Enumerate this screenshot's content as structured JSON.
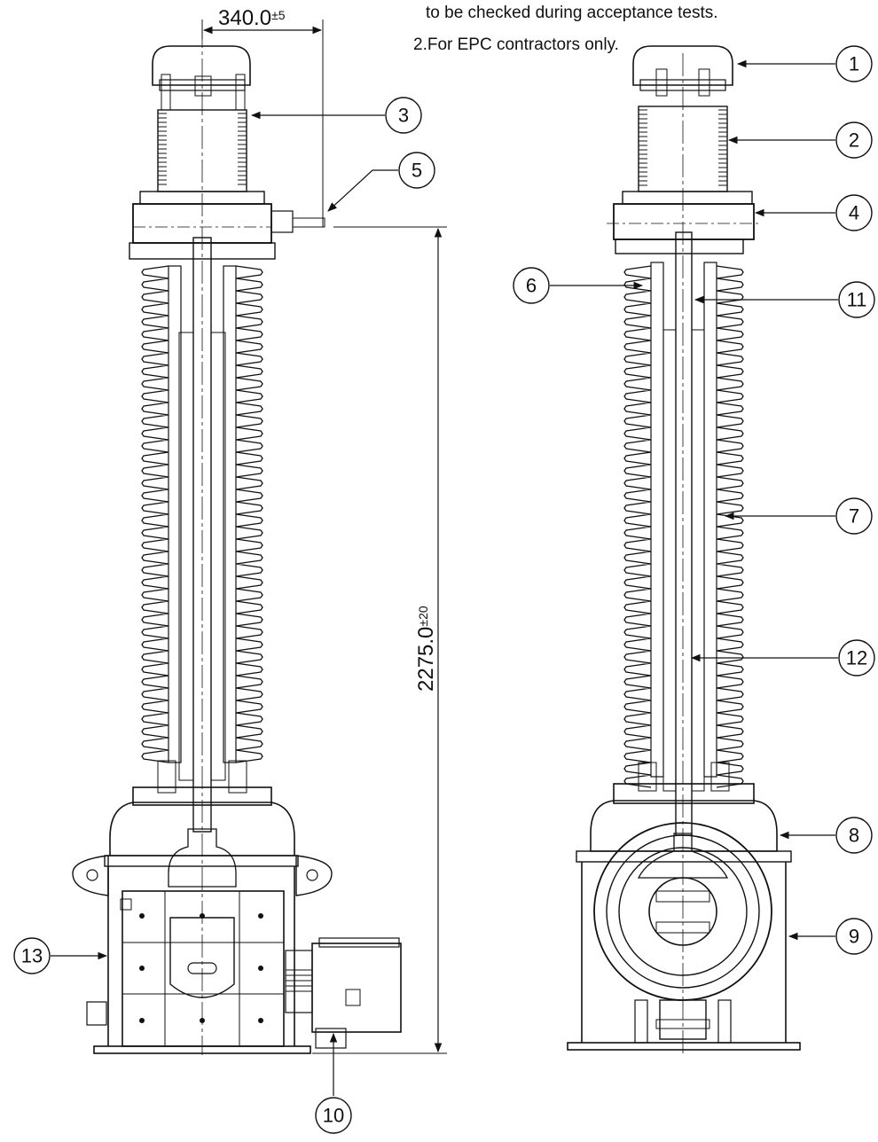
{
  "notes": {
    "line1": "to be checked during acceptance tests.",
    "line2": "2.For EPC contractors only."
  },
  "dimensions": {
    "top_width": {
      "value": "340.0",
      "tolerance": "±5"
    },
    "height": {
      "value": "2275.0",
      "tolerance": "±20"
    }
  },
  "balloons": [
    {
      "id": "b1",
      "label": "1"
    },
    {
      "id": "b2",
      "label": "2"
    },
    {
      "id": "b3",
      "label": "3"
    },
    {
      "id": "b4",
      "label": "4"
    },
    {
      "id": "b5",
      "label": "5"
    },
    {
      "id": "b6",
      "label": "6"
    },
    {
      "id": "b7",
      "label": "7"
    },
    {
      "id": "b8",
      "label": "8"
    },
    {
      "id": "b9",
      "label": "9"
    },
    {
      "id": "b10",
      "label": "10"
    },
    {
      "id": "b11",
      "label": "11"
    },
    {
      "id": "b12",
      "label": "12"
    },
    {
      "id": "b13",
      "label": "13"
    }
  ],
  "colors": {
    "line": "#111111",
    "hatch": "#444444",
    "background": "#ffffff"
  }
}
